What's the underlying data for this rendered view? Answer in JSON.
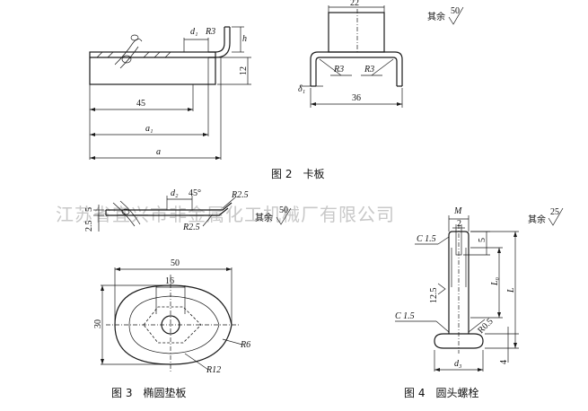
{
  "watermark": "江苏省宜兴市非金属化工机械厂有限公司",
  "fig2": {
    "caption": "图 2　卡板",
    "rest_label": "其余",
    "rest_value": "50",
    "dims": {
      "d1": "d₁",
      "r3_top": "R3",
      "h": "h",
      "v12": "12",
      "v45": "45",
      "a1": "a₁",
      "a": "a",
      "v22": "22",
      "r3_left": "R3",
      "r3_right": "R3",
      "delta1": "δ₁",
      "v36": "36"
    }
  },
  "fig_mid": {
    "rest_label": "其余",
    "rest_value": "50",
    "dims": {
      "d2": "d₂",
      "deg45": "45°",
      "r25_a": "R2.5",
      "r25_b": "R2.5",
      "v5": "5",
      "v25": "2.5"
    }
  },
  "fig3": {
    "caption": "图 3　椭圆垫板",
    "dims": {
      "v50": "50",
      "v16": "16",
      "v30": "30",
      "r6": "R6",
      "r12": "R12"
    }
  },
  "fig4": {
    "caption": "图 4　圆头螺栓",
    "rest_label": "其余",
    "rest_value": "25",
    "dims": {
      "m": "M",
      "v2": "2",
      "v5": "5",
      "c15_a": "C 1.5",
      "c15_b": "C 1.5",
      "v125": "12.5",
      "l0": "L₀",
      "l": "L",
      "r05": "R0.5",
      "d3": "d₃",
      "v4": "4"
    }
  }
}
